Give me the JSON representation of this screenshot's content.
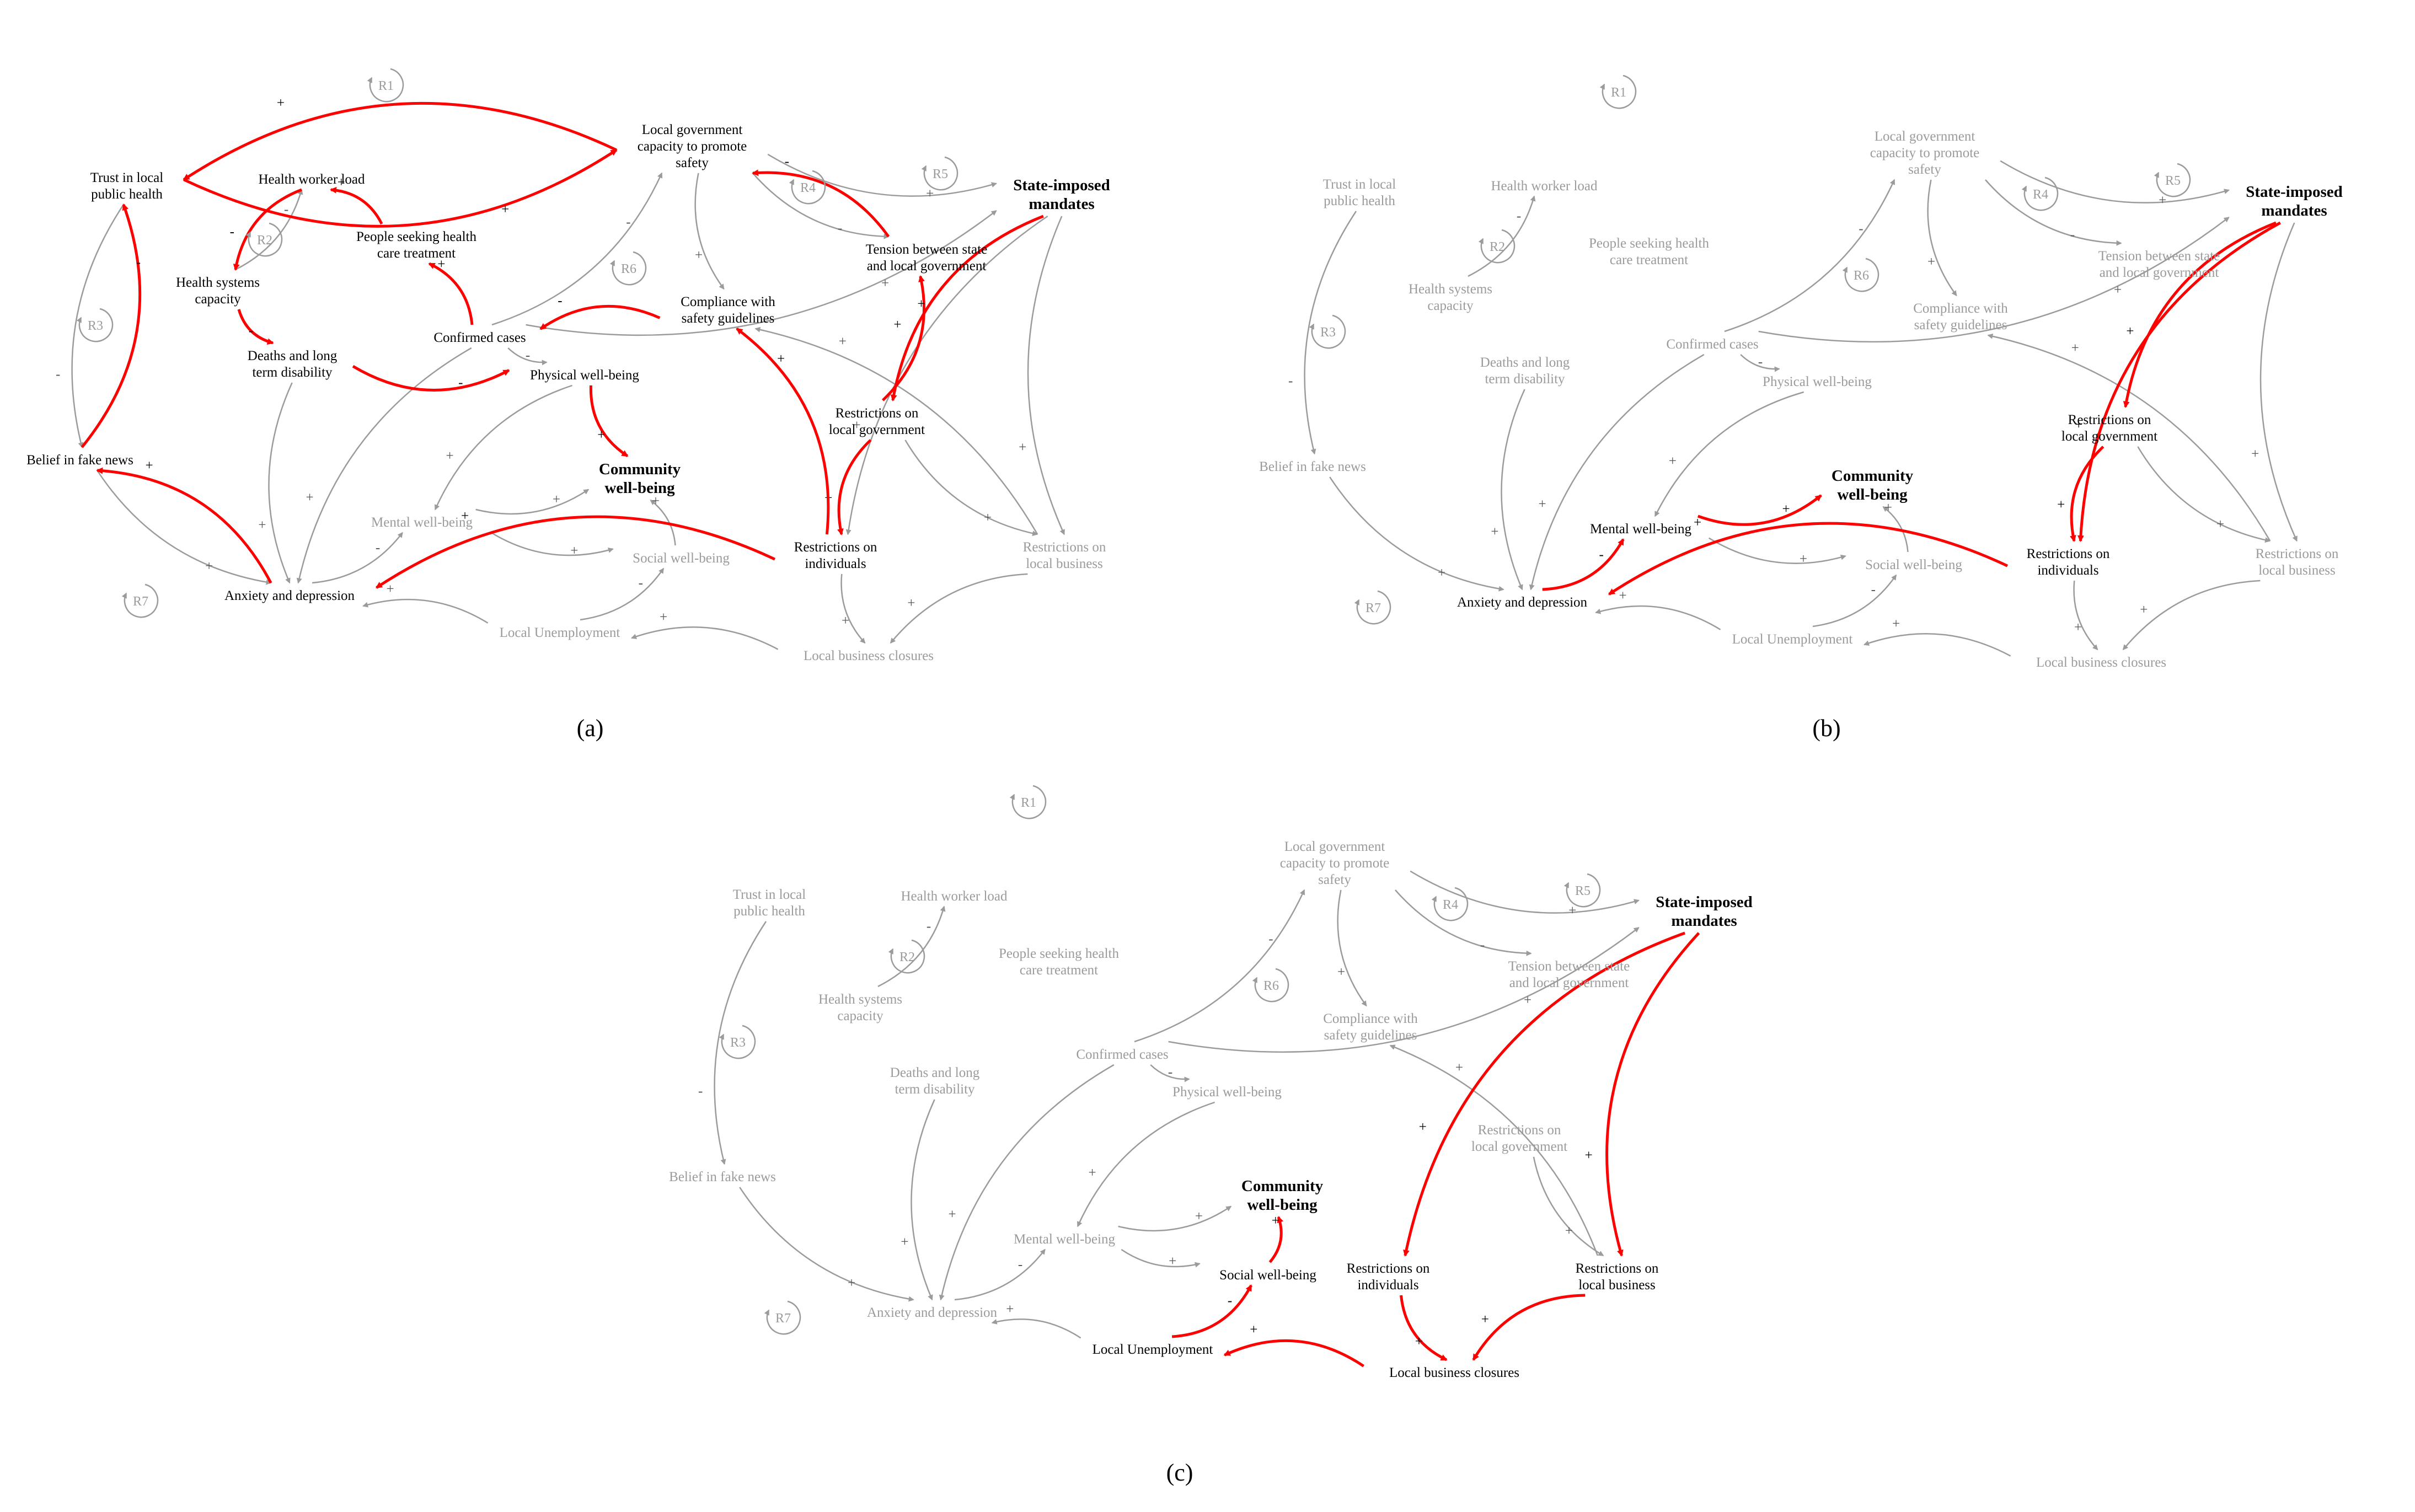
{
  "colors": {
    "active": "#ff0000",
    "inactive": "#9b9b9b",
    "text_active": "#000000",
    "text_inactive": "#9b9b9b"
  },
  "node_labels": {
    "trust": [
      "Trust in local",
      "public health"
    ],
    "fake": [
      "Belief in fake news"
    ],
    "hwl": [
      "Health worker load"
    ],
    "hsc": [
      "Health systems",
      "capacity"
    ],
    "deaths": [
      "Deaths and long",
      "term disability"
    ],
    "seek": [
      "People seeking health",
      "care treatment"
    ],
    "cases": [
      "Confirmed cases"
    ],
    "lgc": [
      "Local government",
      "capacity to promote",
      "safety"
    ],
    "tension": [
      "Tension between state",
      "and local government"
    ],
    "comp": [
      "Compliance with",
      "safety guidelines"
    ],
    "phys": [
      "Physical well-being"
    ],
    "comm": [
      "Community",
      "well-being"
    ],
    "mental": [
      "Mental well-being"
    ],
    "social": [
      "Social well-being"
    ],
    "anx": [
      "Anxiety and depression"
    ],
    "unemp": [
      "Local Unemployment"
    ],
    "closures": [
      "Local business closures"
    ],
    "state": [
      "State-imposed",
      "mandates"
    ],
    "rlg": [
      "Restrictions on",
      "local government"
    ],
    "rind": [
      "Restrictions on",
      "individuals"
    ],
    "rbus": [
      "Restrictions on",
      "local business"
    ]
  },
  "loops": [
    "R1",
    "R2",
    "R3",
    "R4",
    "R5",
    "R6",
    "R7"
  ],
  "panels": [
    {
      "caption": "(a)",
      "active_nodes": [
        "trust",
        "fake",
        "hwl",
        "hsc",
        "deaths",
        "seek",
        "cases",
        "lgc",
        "tension",
        "comp",
        "phys",
        "comm",
        "anx",
        "state",
        "rlg",
        "rind"
      ],
      "bold_nodes": [
        "comm",
        "state"
      ],
      "active_links": [
        {
          "from": "trust",
          "to": "lgc",
          "sign": "+"
        },
        {
          "from": "lgc",
          "to": "trust",
          "sign": "+"
        },
        {
          "from": "fake",
          "to": "trust",
          "sign": "-"
        },
        {
          "from": "anx",
          "to": "fake",
          "sign": "+"
        },
        {
          "from": "hwl",
          "to": "hsc",
          "sign": "-"
        },
        {
          "from": "hsc",
          "to": "deaths",
          "sign": "-"
        },
        {
          "from": "seek",
          "to": "hwl",
          "sign": "+"
        },
        {
          "from": "cases",
          "to": "seek",
          "sign": "+"
        },
        {
          "from": "comp",
          "to": "cases",
          "sign": "-"
        },
        {
          "from": "deaths",
          "to": "phys",
          "sign": "-"
        },
        {
          "from": "phys",
          "to": "comm",
          "sign": "+"
        },
        {
          "from": "rlg",
          "to": "tension",
          "sign": "+"
        },
        {
          "from": "tension",
          "to": "lgc",
          "sign": "-"
        },
        {
          "from": "state",
          "to": "rlg",
          "sign": "+"
        },
        {
          "from": "rlg",
          "to": "rind",
          "sign": "+"
        },
        {
          "from": "rind",
          "to": "comp",
          "sign": "+"
        },
        {
          "from": "rind",
          "to": "anx",
          "sign": "+"
        }
      ]
    },
    {
      "caption": "(b)",
      "active_nodes": [
        "mental",
        "comm",
        "anx",
        "state",
        "rlg",
        "rind"
      ],
      "bold_nodes": [
        "comm",
        "state"
      ],
      "active_links": [
        {
          "from": "state",
          "to": "rlg",
          "sign": "+"
        },
        {
          "from": "state",
          "to": "rind",
          "sign": "+"
        },
        {
          "from": "rlg",
          "to": "rind",
          "sign": "+"
        },
        {
          "from": "rind",
          "to": "anx",
          "sign": "+"
        },
        {
          "from": "anx",
          "to": "mental",
          "sign": "-"
        },
        {
          "from": "mental",
          "to": "comm",
          "sign": "+"
        }
      ]
    },
    {
      "caption": "(c)",
      "active_nodes": [
        "comm",
        "social",
        "unemp",
        "closures",
        "state",
        "rind",
        "rbus"
      ],
      "bold_nodes": [
        "comm",
        "state"
      ],
      "active_links": [
        {
          "from": "state",
          "to": "rind",
          "sign": "+"
        },
        {
          "from": "state",
          "to": "rbus",
          "sign": "+"
        },
        {
          "from": "rind",
          "to": "closures",
          "sign": "+"
        },
        {
          "from": "rbus",
          "to": "closures",
          "sign": "+"
        },
        {
          "from": "closures",
          "to": "unemp",
          "sign": "+"
        },
        {
          "from": "unemp",
          "to": "social",
          "sign": "-"
        },
        {
          "from": "social",
          "to": "comm",
          "sign": "+"
        }
      ]
    }
  ],
  "inactive_links": [
    {
      "from": "lgc",
      "to": "state",
      "sign": "+"
    },
    {
      "from": "trust",
      "to": "fake",
      "sign": "-"
    },
    {
      "from": "fake",
      "to": "anx",
      "sign": "+"
    },
    {
      "from": "hsc",
      "to": "hwl",
      "sign": "-"
    },
    {
      "from": "cases",
      "to": "phys",
      "sign": "-"
    },
    {
      "from": "cases",
      "to": "lgc",
      "sign": "-"
    },
    {
      "from": "cases",
      "to": "state",
      "sign": "+"
    },
    {
      "from": "cases",
      "to": "anx",
      "sign": "+"
    },
    {
      "from": "deaths",
      "to": "anx",
      "sign": "+"
    },
    {
      "from": "lgc",
      "to": "comp",
      "sign": "+"
    },
    {
      "from": "lgc",
      "to": "tension",
      "sign": "-"
    },
    {
      "from": "phys",
      "to": "mental",
      "sign": "+"
    },
    {
      "from": "mental",
      "to": "comm",
      "sign": "+"
    },
    {
      "from": "mental",
      "to": "social",
      "sign": "+"
    },
    {
      "from": "social",
      "to": "comm",
      "sign": "+"
    },
    {
      "from": "anx",
      "to": "mental",
      "sign": "-"
    },
    {
      "from": "unemp",
      "to": "anx",
      "sign": "+"
    },
    {
      "from": "unemp",
      "to": "social",
      "sign": "-"
    },
    {
      "from": "closures",
      "to": "unemp",
      "sign": "+"
    },
    {
      "from": "state",
      "to": "rbus",
      "sign": "+"
    },
    {
      "from": "state",
      "to": "rind",
      "sign": "+"
    },
    {
      "from": "rlg",
      "to": "rbus",
      "sign": "+"
    },
    {
      "from": "rbus",
      "to": "comp",
      "sign": "+"
    },
    {
      "from": "rbus",
      "to": "closures",
      "sign": "+"
    },
    {
      "from": "rind",
      "to": "closures",
      "sign": "+"
    }
  ]
}
